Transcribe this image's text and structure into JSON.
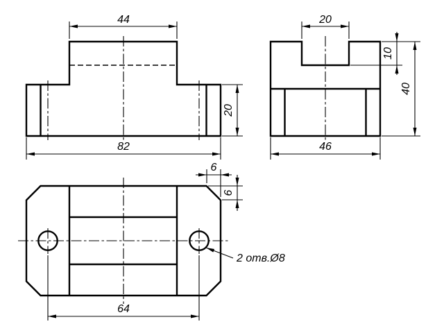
{
  "drawing": {
    "dimensions": {
      "front_top_width": "44",
      "front_base_width": "82",
      "front_base_height": "20",
      "side_slot_width": "20",
      "side_slot_depth": "10",
      "side_height": "40",
      "side_width": "46",
      "top_chamfer_width": "6",
      "top_chamfer_height": "6",
      "top_hole_spacing": "64",
      "holes_note": "2 отв.Ø8"
    },
    "colors": {
      "line": "#000000",
      "background": "#ffffff"
    }
  }
}
